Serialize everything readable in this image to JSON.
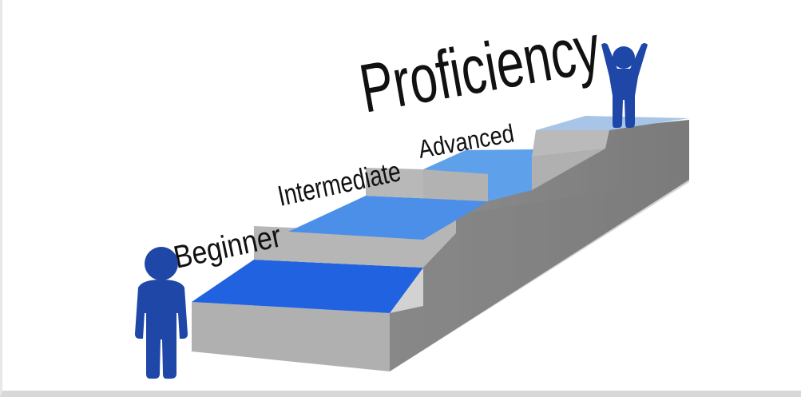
{
  "levels": [
    {
      "label": "Beginner"
    },
    {
      "label": "Intermediate"
    },
    {
      "label": "Advanced"
    }
  ],
  "top_level": {
    "label": "Proficiency"
  },
  "colors": {
    "step_top_1": "#1f5fe0",
    "step_top_2": "#4a8ee8",
    "step_top_3": "#5fa0ea",
    "step_top_4": "#a9c6e8",
    "riser": "#b4b4b4",
    "side": "#8a8a8a",
    "figure": "#1e47a8",
    "text": "#111111"
  },
  "figures": {
    "bottom": "standing-person-icon",
    "top": "celebrating-person-icon"
  }
}
